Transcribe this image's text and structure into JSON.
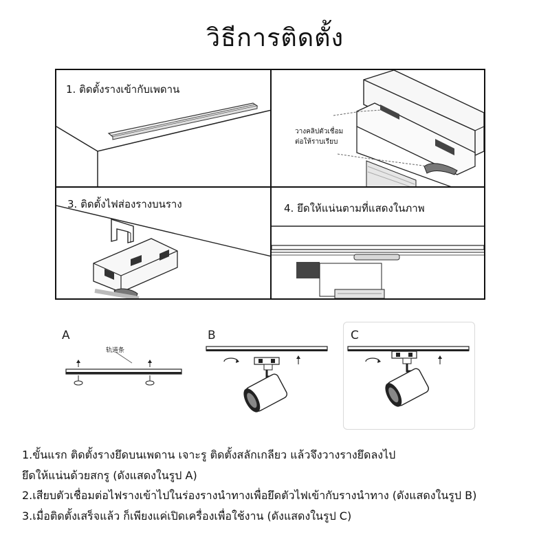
{
  "title": "วิธีการติดตั้ง",
  "panels": [
    {
      "label": "1. ติดตั้งรางเข้ากับเพดาน"
    },
    {
      "label": "",
      "callout": [
        "วางคลิปตัวเชื่อม",
        "ต่อให้ราบเรียบ"
      ]
    },
    {
      "label": "3. ติดตั้งไฟส่องรางบนราง"
    },
    {
      "label": "4. ยึดให้แน่นตามที่แสดงในภาพ"
    }
  ],
  "figures": {
    "a": {
      "letter": "A",
      "rail_label": "轨道条"
    },
    "b": {
      "letter": "B"
    },
    "c": {
      "letter": "C"
    }
  },
  "instructions": [
    "1.ขั้นแรก ติดตั้งรางยึดบนเพดาน เจาะรู ติดตั้งสลักเกลียว แล้วจึงวางรางยึดลงไป",
    "ยึดให้แน่นด้วยสกรู (ดังแสดงในรูป A)",
    "2.เสียบตัวเชื่อมต่อไฟรางเข้าไปในร่องรางนำทางเพื่อยึดตัวไฟเข้ากับรางนำทาง (ดังแสดงในรูป B)",
    "3.เมื่อติดตั้งเสร็จแล้ว ก็เพียงแค่เปิดเครื่องเพื่อใช้งาน (ดังแสดงในรูป C)"
  ]
}
